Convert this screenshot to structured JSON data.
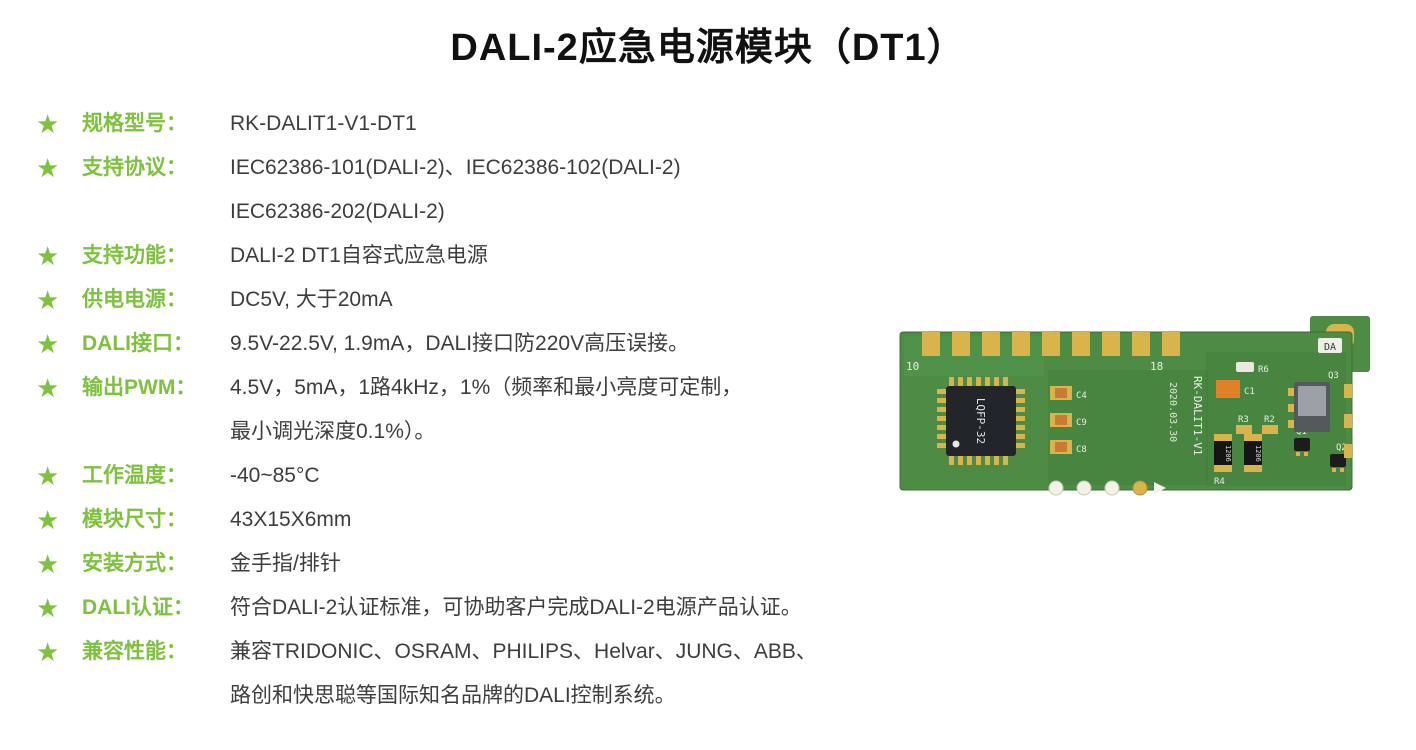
{
  "page": {
    "title": "DALI-2应急电源模块（DT1）"
  },
  "icons": {
    "star": "★"
  },
  "specs": [
    {
      "label": "规格型号：",
      "lines": [
        "RK-DALIT1-V1-DT1"
      ]
    },
    {
      "label": "支持协议：",
      "lines": [
        "IEC62386-101(DALI-2)、IEC62386-102(DALI-2)",
        "IEC62386-202(DALI-2)"
      ]
    },
    {
      "label": "支持功能：",
      "lines": [
        "DALI-2 DT1自容式应急电源"
      ]
    },
    {
      "label": "供电电源：",
      "lines": [
        "DC5V, 大于20mA"
      ]
    },
    {
      "label": "DALI接口：",
      "lines": [
        "9.5V-22.5V, 1.9mA，DALI接口防220V高压误接。"
      ]
    },
    {
      "label": "输出PWM：",
      "lines": [
        "4.5V，5mA，1路4kHz，1%（频率和最小亮度可定制，",
        "最小调光深度0.1%）。"
      ]
    },
    {
      "label": "工作温度：",
      "lines": [
        "-40~85°C"
      ]
    },
    {
      "label": "模块尺寸：",
      "lines": [
        "43X15X6mm"
      ]
    },
    {
      "label": "安装方式：",
      "lines": [
        "金手指/排针"
      ]
    },
    {
      "label": "DALI认证：",
      "lines": [
        "符合DALI-2认证标准，可协助客户完成DALI-2电源产品认证。"
      ]
    },
    {
      "label": "兼容性能：",
      "lines": [
        "兼容TRIDONIC、OSRAM、PHILIPS、Helvar、JUNG、ABB、",
        "路创和快思聪等国际知名品牌的DALI控制系统。"
      ]
    }
  ],
  "pcb": {
    "pin_start": "10",
    "pin_end": "18",
    "chip_label": "LQFP-32",
    "model_silkscreen": "RK-DALIT1-V1",
    "date_silkscreen": "2020.03.30",
    "da_label": "DA",
    "c4": "C4",
    "c9": "C9",
    "c8": "C8",
    "c1": "C1",
    "r6": "R6",
    "r3": "R3",
    "r2": "R2",
    "r4": "R4",
    "q1": "Q1",
    "q2": "Q2",
    "q3": "Q3",
    "pkg1206": "1206",
    "colors": {
      "board": "#4e8c46",
      "board_dark": "#3f7a38",
      "gold": "#d9b44a",
      "accent_green": "#7dc13e"
    }
  }
}
